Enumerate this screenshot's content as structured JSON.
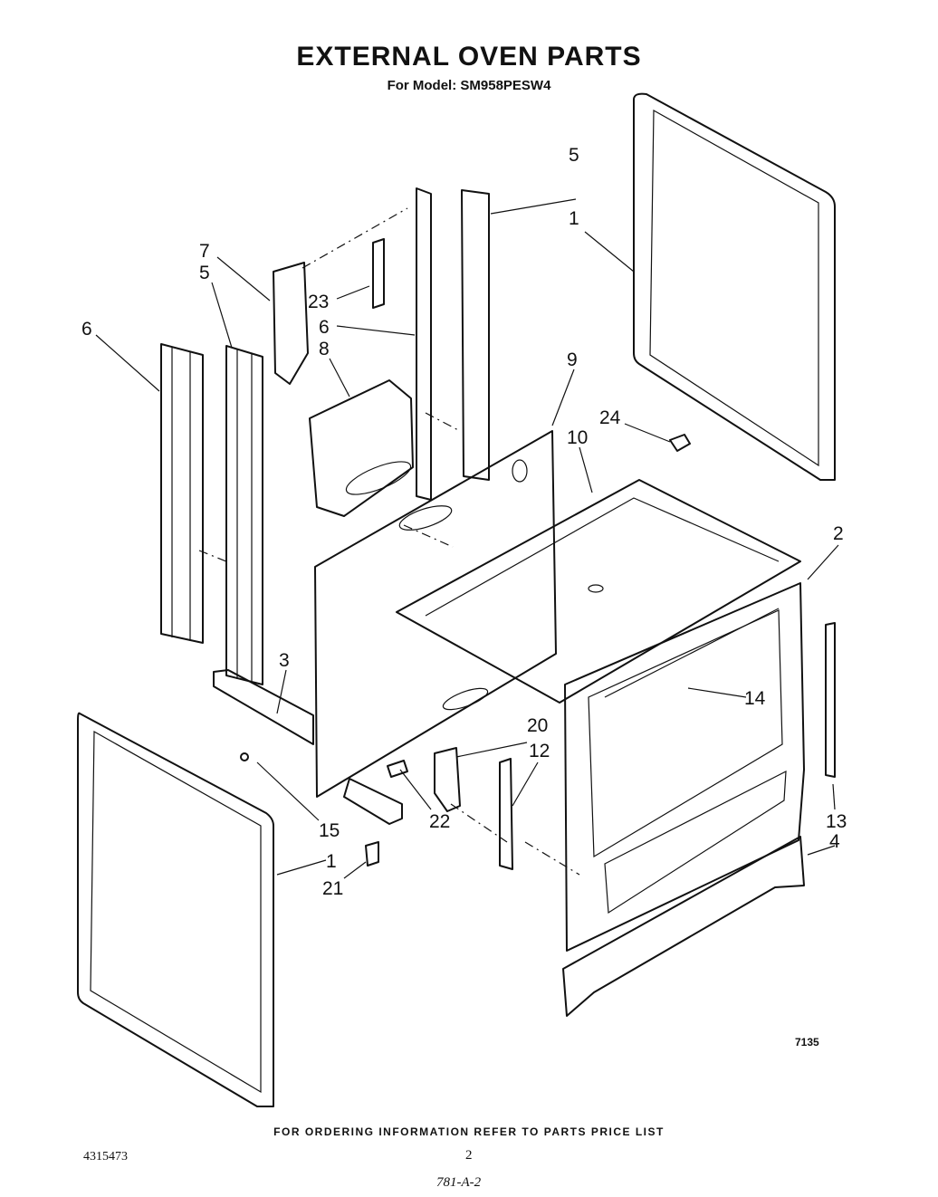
{
  "header": {
    "title": "EXTERNAL OVEN PARTS",
    "subtitle": "For Model: SM958PESW4"
  },
  "callouts": [
    "1",
    "1",
    "2",
    "3",
    "4",
    "5",
    "5",
    "6",
    "6",
    "7",
    "8",
    "9",
    "10",
    "12",
    "13",
    "14",
    "15",
    "20",
    "21",
    "22",
    "23",
    "24"
  ],
  "diagram_code": "7135",
  "footer": {
    "ordering_note": "FOR ORDERING INFORMATION REFER TO PARTS PRICE LIST",
    "document_number": "4315473",
    "page_number": "2",
    "handwritten_note": "781-A-2"
  }
}
